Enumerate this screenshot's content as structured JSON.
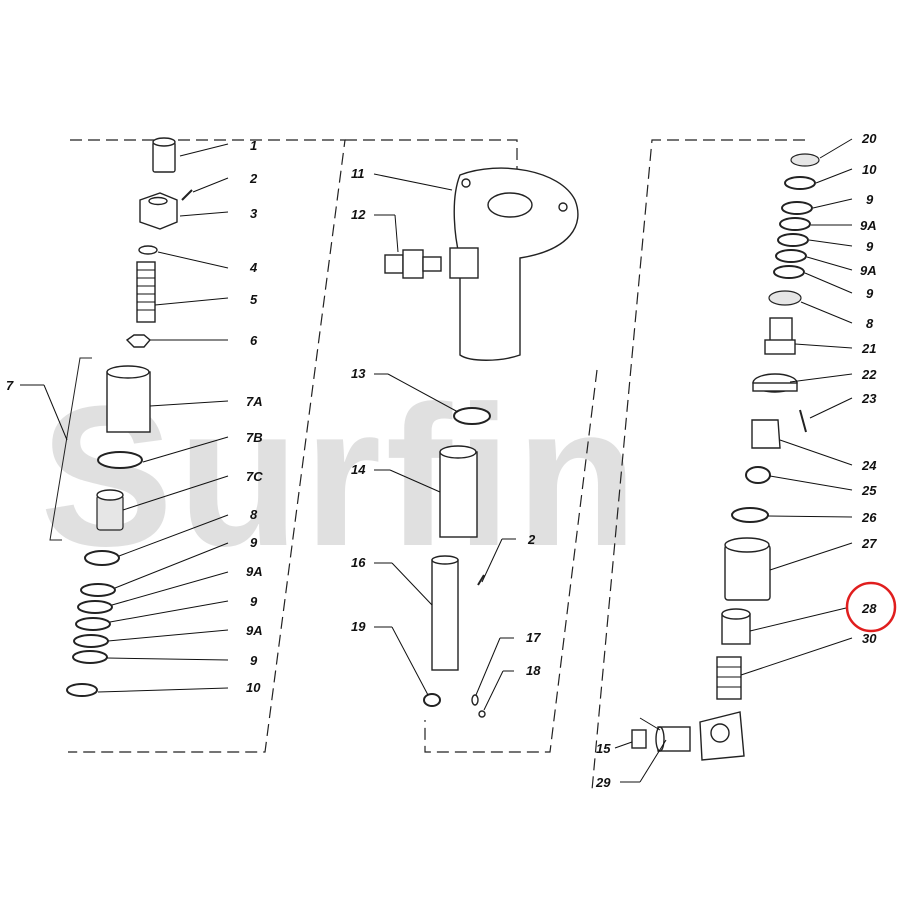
{
  "watermark": "Surfin",
  "highlight_color": "#e01e1e",
  "highlighted_callout": "28",
  "callouts": {
    "c1": "1",
    "c2": "2",
    "c3": "3",
    "c4": "4",
    "c5": "5",
    "c6": "6",
    "c7": "7",
    "c7a": "7A",
    "c7b": "7B",
    "c7c": "7C",
    "c8l": "8",
    "c9l1": "9",
    "c9al1": "9A",
    "c9l2": "9",
    "c9al2": "9A",
    "c9l3": "9",
    "c10l": "10",
    "c11": "11",
    "c12": "12",
    "c13": "13",
    "c14": "14",
    "c16": "16",
    "c2m": "2",
    "c17": "17",
    "c18": "18",
    "c19": "19",
    "c20": "20",
    "c10r": "10",
    "c9r1": "9",
    "c9ar1": "9A",
    "c9r2": "9",
    "c9ar2": "9A",
    "c9r3": "9",
    "c8r": "8",
    "c21": "21",
    "c22": "22",
    "c23": "23",
    "c24": "24",
    "c25": "25",
    "c26": "26",
    "c27": "27",
    "c28": "28",
    "c30": "30",
    "c15": "15",
    "c29": "29"
  }
}
